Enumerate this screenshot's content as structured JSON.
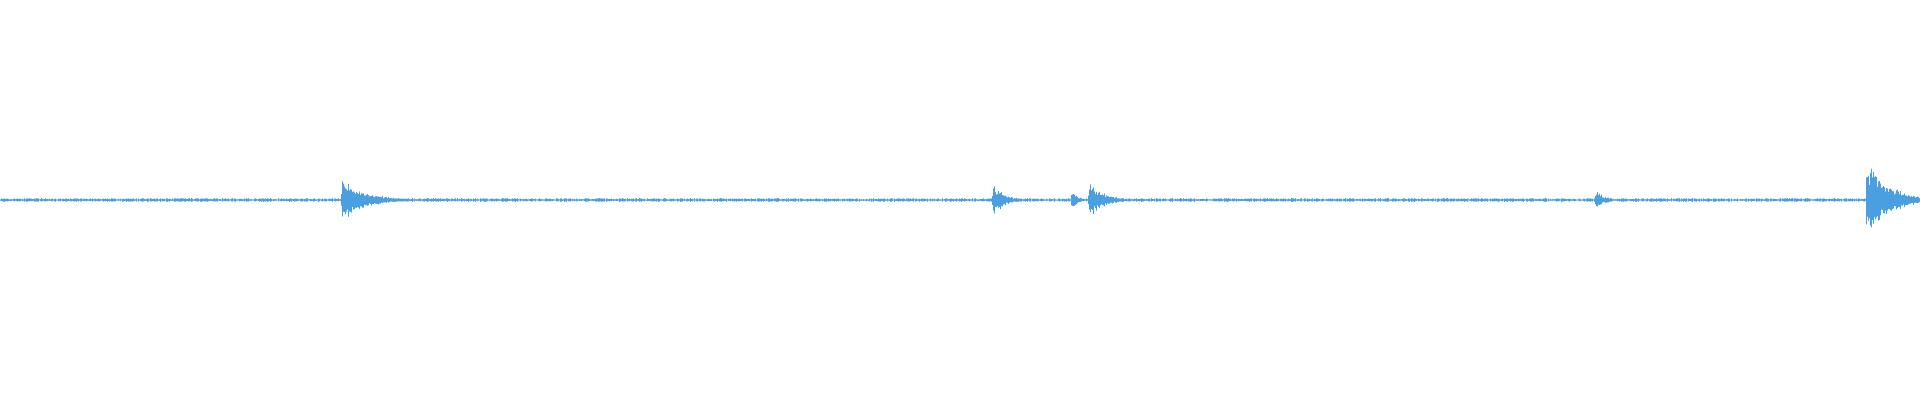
{
  "waveform": {
    "color": "#4a9fe0",
    "background": "#ffffff",
    "amplitude_range": [
      -1,
      1
    ],
    "baseline_amplitude": 0.008,
    "transients": [
      {
        "position": 0.178,
        "peak": 0.12,
        "decay": 0.012
      },
      {
        "position": 0.517,
        "peak": 0.09,
        "decay": 0.006
      },
      {
        "position": 0.558,
        "peak": 0.06,
        "decay": 0.003
      },
      {
        "position": 0.567,
        "peak": 0.1,
        "decay": 0.008
      },
      {
        "position": 0.831,
        "peak": 0.05,
        "decay": 0.005
      },
      {
        "position": 0.972,
        "peak": 0.21,
        "decay": 0.012
      }
    ]
  }
}
